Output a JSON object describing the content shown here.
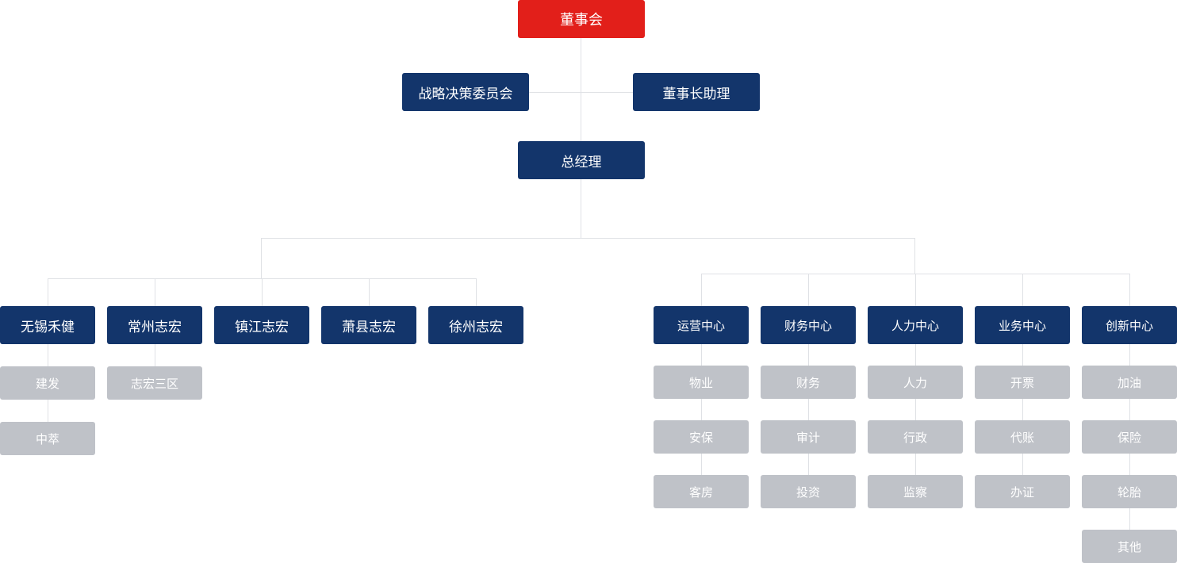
{
  "board": "董事会",
  "strategy_committee": "战略决策委员会",
  "chairman_assistant": "董事长助理",
  "general_manager": "总经理",
  "subsidiaries": [
    {
      "name": "无锡禾健",
      "children": [
        "建发",
        "中萃"
      ]
    },
    {
      "name": "常州志宏",
      "children": [
        "志宏三区"
      ]
    },
    {
      "name": "镇江志宏",
      "children": []
    },
    {
      "name": "萧县志宏",
      "children": []
    },
    {
      "name": "徐州志宏",
      "children": []
    }
  ],
  "centers": [
    {
      "name": "运营中心",
      "children": [
        "物业",
        "安保",
        "客房"
      ]
    },
    {
      "name": "财务中心",
      "children": [
        "财务",
        "审计",
        "投资"
      ]
    },
    {
      "name": "人力中心",
      "children": [
        "人力",
        "行政",
        "监察"
      ]
    },
    {
      "name": "业务中心",
      "children": [
        "开票",
        "代账",
        "办证"
      ]
    },
    {
      "name": "创新中心",
      "children": [
        "加油",
        "保险",
        "轮胎",
        "其他"
      ]
    }
  ],
  "colors": {
    "board": "#e21f1a",
    "primary": "#13356b",
    "leaf": "#bfc2c8",
    "connector": "#dfe1e5"
  }
}
